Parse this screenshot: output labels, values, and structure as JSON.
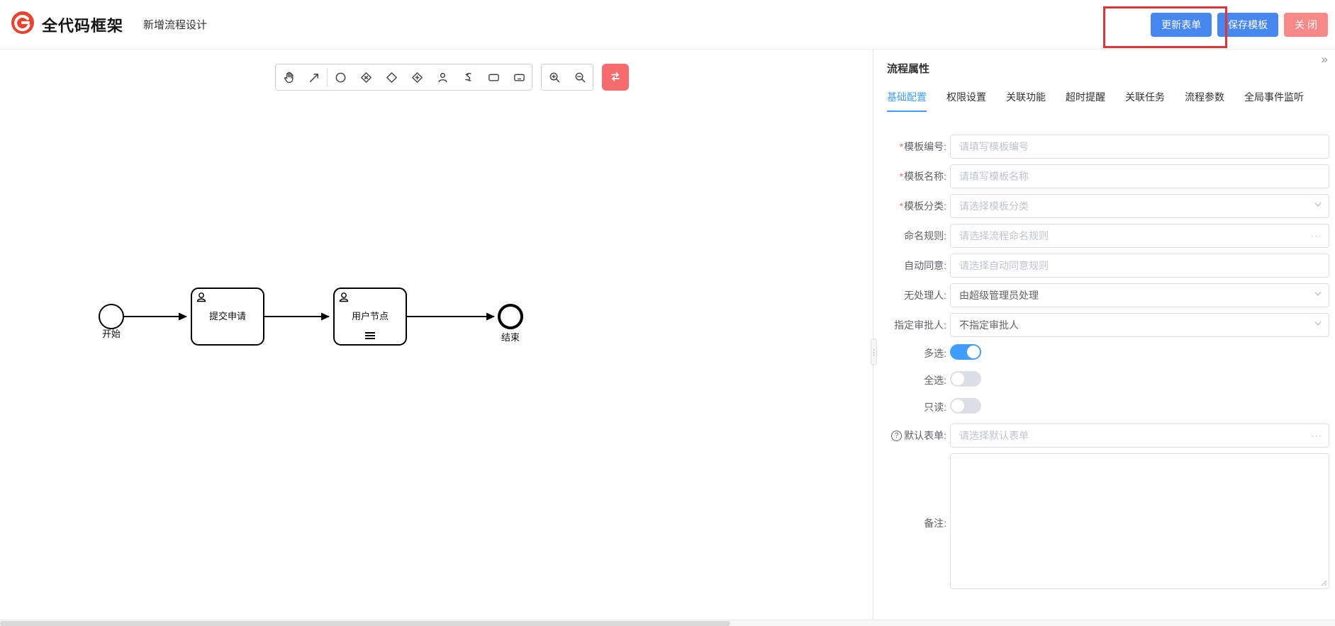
{
  "colors": {
    "accent": "#409eff",
    "primary_button": "#4787f0",
    "toolbar_danger": "#f56c6c",
    "close_button": "#f78989",
    "annotation": "#e03535"
  },
  "header": {
    "logo_text": "全代码框架",
    "page_title": "新增流程设计",
    "buttons": {
      "update_form": "更新表单",
      "save_template": "保存模板",
      "close": "关 闭"
    }
  },
  "toolbar": {
    "tools": [
      "hand-tool",
      "global-connect-tool",
      "create-start-event",
      "create-gateway-x",
      "create-gateway",
      "create-gateway-plus",
      "create-user-task",
      "create-script-task",
      "create-task",
      "create-subprocess",
      "zoom-in",
      "zoom-out",
      "danger-action"
    ]
  },
  "diagram": {
    "nodes": [
      {
        "id": "start",
        "type": "start-event",
        "label": "开始"
      },
      {
        "id": "task1",
        "type": "user-task",
        "label": "提交申请"
      },
      {
        "id": "task2",
        "type": "user-task",
        "label": "用户节点"
      },
      {
        "id": "end",
        "type": "end-event",
        "label": "结束"
      }
    ]
  },
  "panel": {
    "title": "流程属性",
    "collapse_icon": "»",
    "tabs": [
      {
        "label": "基础配置",
        "active": true
      },
      {
        "label": "权限设置",
        "active": false
      },
      {
        "label": "关联功能",
        "active": false
      },
      {
        "label": "超时提醒",
        "active": false
      },
      {
        "label": "关联任务",
        "active": false
      },
      {
        "label": "流程参数",
        "active": false
      },
      {
        "label": "全局事件监听",
        "active": false
      }
    ],
    "fields": [
      {
        "star": "*",
        "label": "模板编号:",
        "placeholder": "请填写模板编号"
      },
      {
        "star": "*",
        "label": "模板名称:",
        "placeholder": "请填写模板名称"
      },
      {
        "star": "*",
        "label": "模板分类:",
        "placeholder": "请选择模板分类"
      },
      {
        "star": "",
        "label": "命名规则:",
        "placeholder": "请选择流程命名规则",
        "suffix": "···"
      },
      {
        "star": "",
        "label": "自动同意:",
        "placeholder": "请选择自动同意规则"
      },
      {
        "star": "",
        "label": "无处理人:",
        "value": "由超级管理员处理"
      },
      {
        "star": "",
        "label": "指定审批人:",
        "value": "不指定审批人"
      },
      {
        "label": "多选:",
        "on": true
      },
      {
        "label": "全选:",
        "on": false
      },
      {
        "label": "只读:",
        "on": false
      },
      {
        "label": "默认表单:",
        "help": "?",
        "placeholder": "请选择默认表单",
        "suffix": "···"
      },
      {
        "label": "备注:"
      }
    ]
  }
}
